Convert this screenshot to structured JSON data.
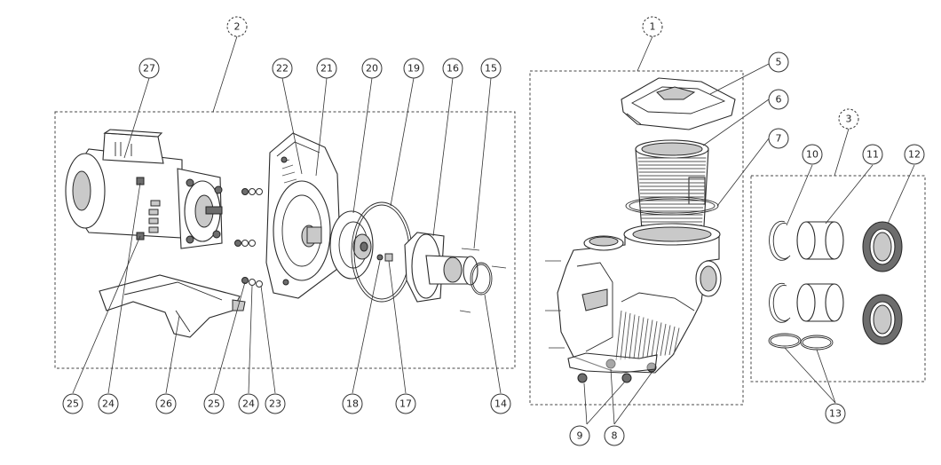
{
  "diagram": {
    "group_labels": [
      "1",
      "2",
      "3"
    ],
    "callouts": {
      "c1": "1",
      "c2": "2",
      "c3": "3",
      "c5": "5",
      "c6": "6",
      "c7": "7",
      "c8": "8",
      "c9": "9",
      "c10": "10",
      "c11": "11",
      "c12": "12",
      "c13": "13",
      "c14": "14",
      "c15": "15",
      "c16": "16",
      "c17": "17",
      "c18": "18",
      "c19": "19",
      "c20": "20",
      "c21": "21",
      "c22": "22",
      "c23": "23",
      "c24a": "24",
      "c24b": "24",
      "c25a": "25",
      "c25b": "25",
      "c26": "26",
      "c27": "27"
    }
  }
}
